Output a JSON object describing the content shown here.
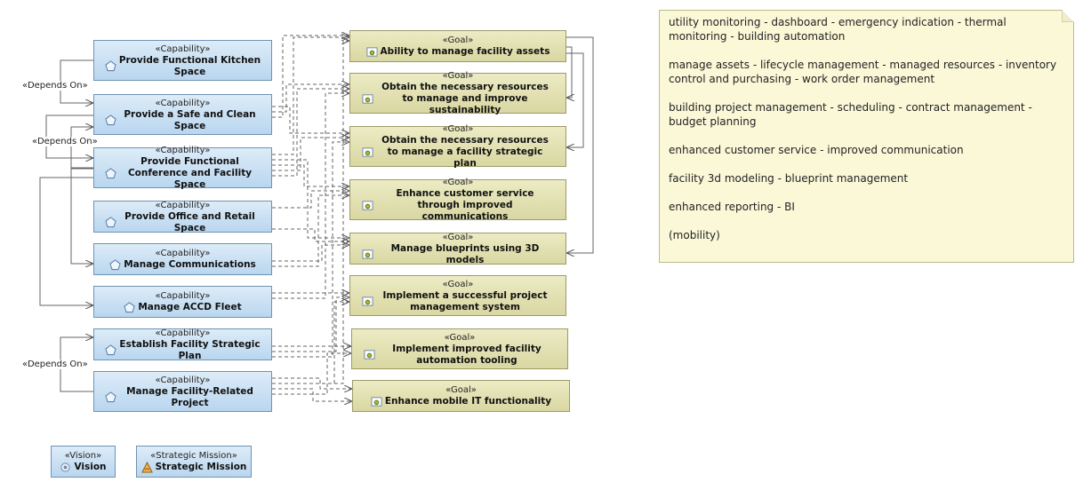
{
  "stereotypes": {
    "capability": "«Capability»",
    "goal": "«Goal»",
    "depends_on": "«Depends On»",
    "vision": "«Vision»",
    "strategic_mission": "«Strategic Mission»"
  },
  "capabilities": [
    "Provide Functional Kitchen Space",
    "Provide a Safe and Clean Space",
    "Provide Functional Conference and Facility Space",
    "Provide Office and Retail Space",
    "Manage Communications",
    "Manage ACCD Fleet",
    "Establish Facility Strategic Plan",
    "Manage Facility-Related Project"
  ],
  "goals": [
    "Ability to manage facility assets",
    "Obtain the necessary resources to manage and improve sustainability",
    "Obtain the necessary resources to manage a facility strategic plan",
    "Enhance customer service through improved communications",
    "Manage blueprints using 3D models",
    "Implement a successful project management system",
    "Implement improved facility automation tooling",
    "Enhance mobile IT functionality"
  ],
  "legend": {
    "vision": "Vision",
    "strategic_mission": "Strategic Mission"
  },
  "note_lines": [
    "utility monitoring - dashboard - emergency indication - thermal monitoring - building automation",
    "manage assets - lifecycle management - managed resources - inventory control and purchasing - work order management",
    "building project management - scheduling - contract management - budget planning",
    "enhanced customer service - improved communication",
    "facility 3d modeling - blueprint management",
    "enhanced reporting - BI",
    "(mobility)"
  ],
  "colors": {
    "capability_fill": "#c9e0f4",
    "goal_fill": "#e2e0b3",
    "note_fill": "#fbf8d8",
    "connector": "#666666"
  }
}
